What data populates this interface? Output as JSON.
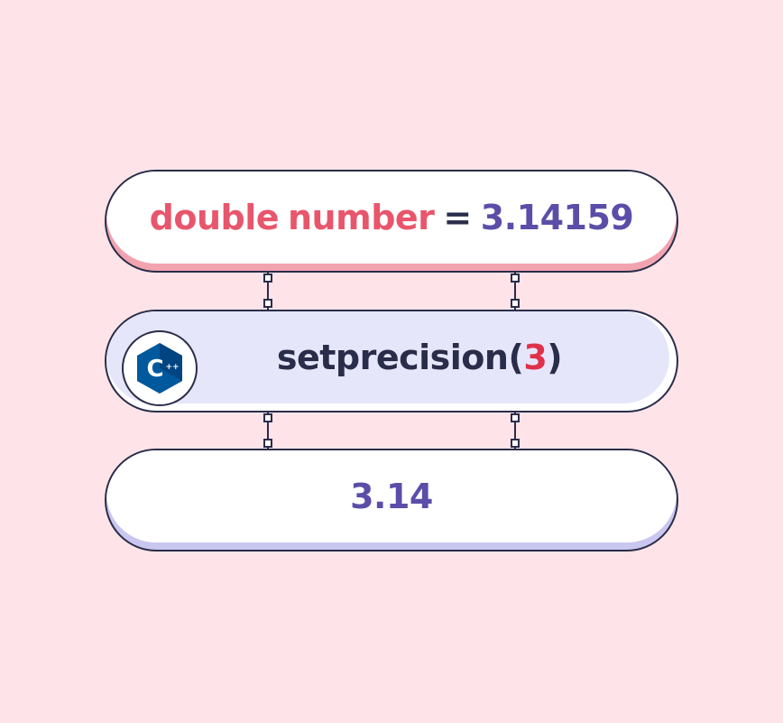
{
  "top_pill": {
    "type_keyword": "double",
    "variable_name": "number",
    "operator": "=",
    "value": "3.14159"
  },
  "middle_pill": {
    "logo_icon": "cpp-logo-icon",
    "logo_text": "C",
    "logo_superscript": "++",
    "function_name": "setprecision",
    "open_paren": "(",
    "argument": "3",
    "close_paren": ")"
  },
  "bottom_pill": {
    "result": "3.14"
  },
  "colors": {
    "background": "#fee4e8",
    "keyword": "#e8566c",
    "value": "#5a4ea8",
    "text": "#2a2d4a",
    "argument": "#e0314b",
    "logo_blue": "#00599c"
  }
}
